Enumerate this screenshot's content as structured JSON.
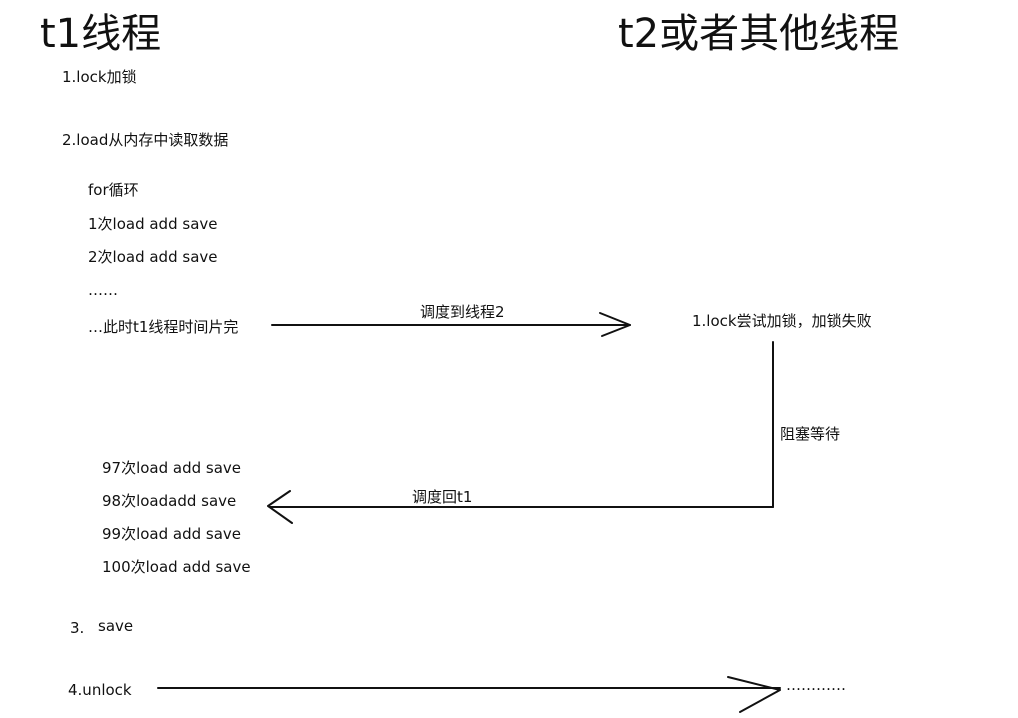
{
  "titles": {
    "t1": "t1线程",
    "t2": "t2或者其他线程"
  },
  "t1_steps": {
    "lock": "1.lock加锁",
    "load": "2.load从内存中读取数据",
    "for_loop": "for循环",
    "iter_1": "1次load  add save",
    "iter_2": "2次load  add save",
    "ellipsis": "……",
    "timeslice": "…此时t1线程时间片完",
    "iter_97": "97次load add save",
    "iter_98": "98次loadadd save",
    "iter_99": "99次load    add save",
    "iter_100": "100次load add save",
    "save_num": "3.",
    "save": "save",
    "unlock": "4.unlock"
  },
  "t2_steps": {
    "lock_try": "1.lock尝试加锁，加锁失败",
    "blocked": "阻塞等待",
    "tail_ellipsis": "…………"
  },
  "arrows": {
    "to_t2": "调度到线程2",
    "back_to_t1": "调度回t1"
  }
}
